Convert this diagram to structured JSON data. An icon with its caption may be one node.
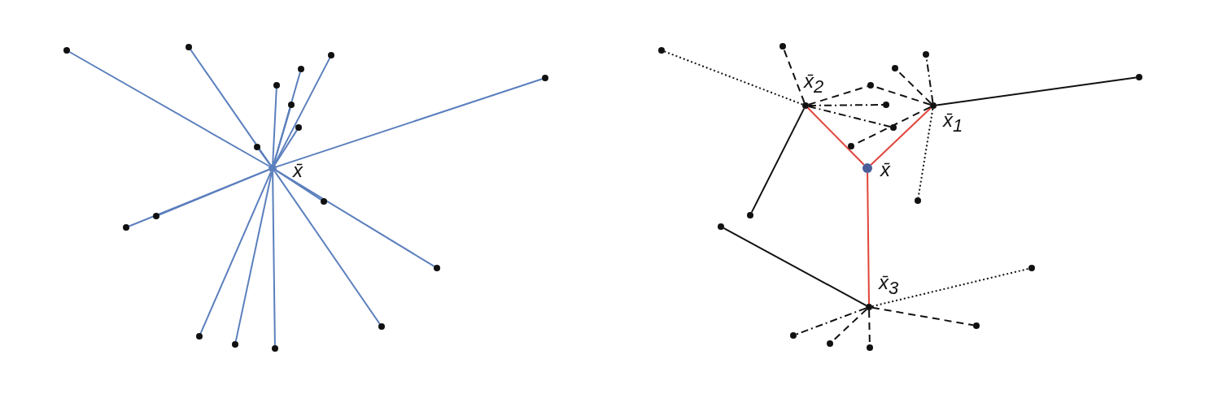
{
  "diagram": {
    "nodes": [
      {
        "text": [],
        "shape": "circle",
        "beside": [
          "x̄"
        ]
      },
      {
        "text": [],
        "shape": "circle"
      },
      {
        "text": [],
        "shape": "circle"
      },
      {
        "text": [],
        "shape": "circle"
      },
      {
        "text": [],
        "shape": "circle"
      },
      {
        "text": [],
        "shape": "circle"
      },
      {
        "text": [],
        "shape": "circle"
      },
      {
        "text": [],
        "shape": "circle"
      },
      {
        "text": [],
        "shape": "circle"
      },
      {
        "text": [],
        "shape": "circle"
      },
      {
        "text": [],
        "shape": "circle"
      },
      {
        "text": [],
        "shape": "circle"
      },
      {
        "text": [],
        "shape": "circle"
      },
      {
        "text": [],
        "shape": "circle"
      },
      {
        "text": [],
        "shape": "circle"
      },
      {
        "text": [],
        "shape": "circle"
      },
      {
        "text": [],
        "shape": "circle"
      },
      {
        "text": [],
        "shape": "circle"
      },
      {
        "text": [],
        "shape": "circle",
        "beside": [
          "x̄"
        ]
      },
      {
        "text": [],
        "shape": "circle",
        "beside": [
          "x̄$_{1}$"
        ]
      },
      {
        "text": [],
        "shape": "circle",
        "beside": [
          "x̄$_{2}$"
        ]
      },
      {
        "text": [],
        "shape": "circle",
        "beside": [
          "x̄$_{3}$"
        ]
      },
      {
        "text": [],
        "shape": "circle"
      },
      {
        "text": [],
        "shape": "circle"
      },
      {
        "text": [],
        "shape": "circle"
      },
      {
        "text": [],
        "shape": "circle"
      },
      {
        "text": [],
        "shape": "circle"
      },
      {
        "text": [],
        "shape": "circle"
      },
      {
        "text": [],
        "shape": "circle"
      },
      {
        "text": [],
        "shape": "circle"
      },
      {
        "text": [],
        "shape": "circle"
      },
      {
        "text": [],
        "shape": "circle"
      },
      {
        "text": [],
        "shape": "circle"
      },
      {
        "text": [],
        "shape": "circle"
      },
      {
        "text": [],
        "shape": "circle"
      },
      {
        "text": [],
        "shape": "circle"
      },
      {
        "text": [],
        "shape": "circle"
      },
      {
        "text": [],
        "shape": "circle"
      },
      {
        "text": [],
        "shape": "circle"
      }
    ],
    "edges": [
      {
        "from": 0,
        "to": 1,
        "arrow": "none",
        "color": "#5b7fbd"
      },
      {
        "from": 0,
        "to": 2,
        "arrow": "none",
        "color": "#5b7fbd"
      },
      {
        "from": 0,
        "to": 3,
        "arrow": "none",
        "color": "#5b7fbd"
      },
      {
        "from": 0,
        "to": 4,
        "arrow": "none",
        "color": "#5b7fbd"
      },
      {
        "from": 0,
        "to": 5,
        "arrow": "none",
        "color": "#5b7fbd"
      },
      {
        "from": 0,
        "to": 6,
        "arrow": "none",
        "color": "#5b7fbd"
      },
      {
        "from": 0,
        "to": 7,
        "arrow": "none",
        "color": "#5b7fbd"
      },
      {
        "from": 0,
        "to": 8,
        "arrow": "none",
        "color": "#5b7fbd"
      },
      {
        "from": 0,
        "to": 9,
        "arrow": "none",
        "color": "#5b7fbd"
      },
      {
        "from": 0,
        "to": 10,
        "arrow": "none",
        "color": "#5b7fbd"
      },
      {
        "from": 0,
        "to": 11,
        "arrow": "none",
        "color": "#5b7fbd"
      },
      {
        "from": 0,
        "to": 12,
        "arrow": "none",
        "color": "#5b7fbd"
      },
      {
        "from": 0,
        "to": 13,
        "arrow": "none",
        "color": "#5b7fbd"
      },
      {
        "from": 0,
        "to": 14,
        "arrow": "none",
        "color": "#5b7fbd"
      },
      {
        "from": 0,
        "to": 15,
        "arrow": "none",
        "color": "#5b7fbd"
      },
      {
        "from": 0,
        "to": 16,
        "arrow": "none",
        "color": "#5b7fbd"
      },
      {
        "from": 0,
        "to": 17,
        "arrow": "none",
        "color": "#5b7fbd"
      },
      {
        "from": 18,
        "to": 19,
        "arrow": "none",
        "color": "#e0453a"
      },
      {
        "from": 18,
        "to": 20,
        "arrow": "none",
        "color": "#e0453a"
      },
      {
        "from": 18,
        "to": 21,
        "arrow": "none",
        "color": "#e0453a"
      },
      {
        "from": 20,
        "to": 22,
        "arrow": "none",
        "style": "dashed"
      },
      {
        "from": 20,
        "to": 23,
        "arrow": "none",
        "style": "dashed"
      },
      {
        "from": 20,
        "to": 24,
        "arrow": "none",
        "style": "dashed"
      },
      {
        "from": 20,
        "to": 25,
        "arrow": "none",
        "style": "dashed"
      },
      {
        "from": 20,
        "to": 26,
        "arrow": "none",
        "style": "dashed"
      },
      {
        "from": 20,
        "to": 32,
        "arrow": "none"
      },
      {
        "from": 19,
        "to": 24,
        "arrow": "none",
        "style": "dashed"
      },
      {
        "from": 19,
        "to": 27,
        "arrow": "none",
        "style": "dashed"
      },
      {
        "from": 19,
        "to": 28,
        "arrow": "none",
        "style": "dashed"
      },
      {
        "from": 19,
        "to": 29,
        "arrow": "none",
        "style": "dashed"
      },
      {
        "from": 19,
        "to": 30,
        "arrow": "none",
        "style": "dashed"
      },
      {
        "from": 19,
        "to": 31,
        "arrow": "none"
      },
      {
        "from": 21,
        "to": 33,
        "arrow": "none"
      },
      {
        "from": 21,
        "to": 34,
        "arrow": "none",
        "style": "dashed"
      },
      {
        "from": 21,
        "to": 35,
        "arrow": "none",
        "style": "dashed"
      },
      {
        "from": 21,
        "to": 36,
        "arrow": "none",
        "style": "dashed"
      },
      {
        "from": 21,
        "to": 37,
        "arrow": "none",
        "style": "dashed"
      },
      {
        "from": 21,
        "to": 38,
        "arrow": "none",
        "style": "dashed"
      }
    ]
  }
}
